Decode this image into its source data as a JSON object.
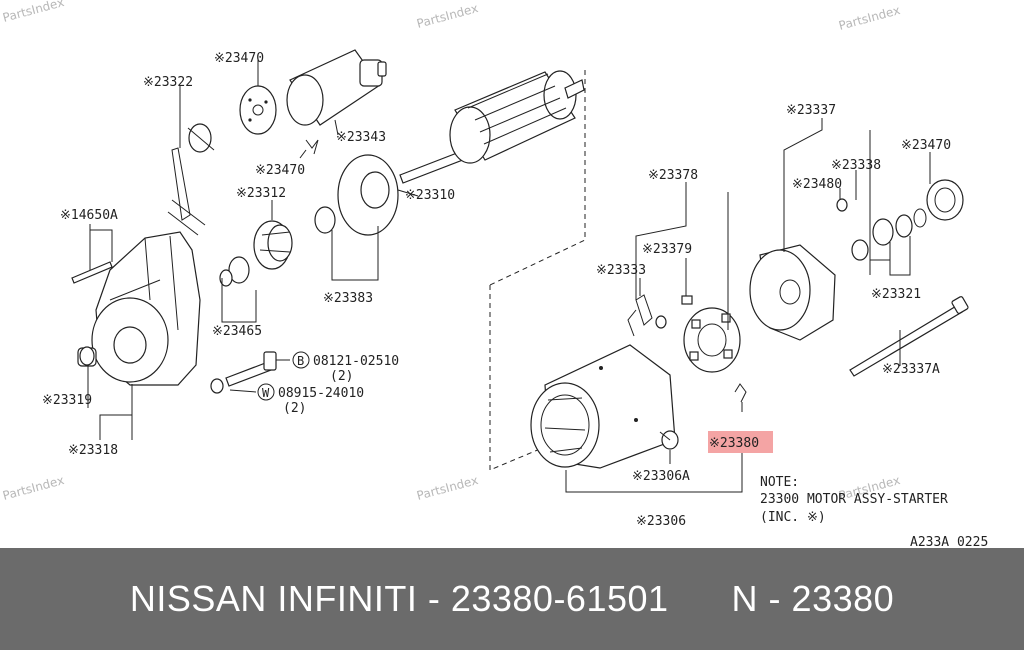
{
  "watermark": "PartsIndex",
  "labels": {
    "p23470_top": "※23470",
    "p23322": "※23322",
    "p23343": "※23343",
    "p23470_mid": "※23470",
    "p23310": "※23310",
    "p23312": "※23312",
    "p14650A": "※14650A",
    "p23383": "※23383",
    "p23465": "※23465",
    "bolt_b_num": "08121-02510",
    "bolt_b_qty": "(2)",
    "washer_w_num": "08915-24010",
    "washer_w_qty": "(2)",
    "p23319": "※23319",
    "p23318": "※23318",
    "p23378": "※23378",
    "p23379": "※23379",
    "p23333": "※23333",
    "p23380": "※23380",
    "p23306A": "※23306A",
    "p23306": "※23306",
    "p23337": "※23337",
    "p23338": "※23338",
    "p23470_right": "※23470",
    "p23480": "※23480",
    "p23321": "※23321",
    "p23337A": "※23337A",
    "circle_b": "B",
    "circle_w": "W"
  },
  "note": {
    "title": "NOTE:",
    "line1": "23300 MOTOR ASSY-STARTER",
    "line2": "(INC. ※)"
  },
  "diagram_code": "A233A 0225",
  "highlight_color": "#f4a4a4",
  "banner": {
    "text": "NISSAN INFINITI - 23380-61501      N - 23380",
    "background": "#6b6b6b"
  }
}
